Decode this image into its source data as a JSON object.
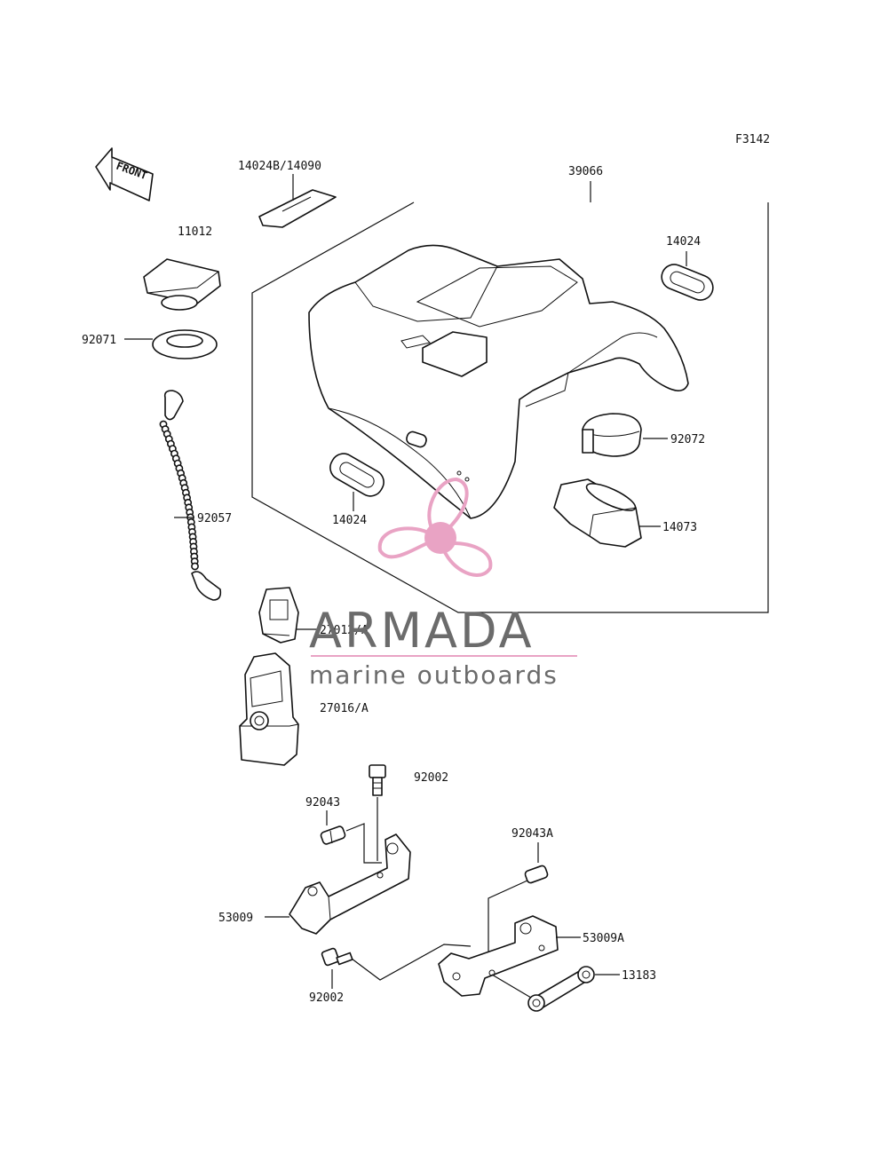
{
  "figure_code": "F3142",
  "front_arrow_text": "FRONT",
  "labels": {
    "p14024b": "14024B/14090",
    "p39066": "39066",
    "p11012": "11012",
    "p14024_top": "14024",
    "p92071": "92071",
    "p92072": "92072",
    "p92057": "92057",
    "p14024_low": "14024",
    "p14073": "14073",
    "p27012": "27012/A",
    "p27016": "27016/A",
    "p92002_top": "92002",
    "p92043": "92043",
    "p92043a": "92043A",
    "p53009": "53009",
    "p53009a": "53009A",
    "p13183": "13183",
    "p92002_bot": "92002"
  },
  "watermark": {
    "brand": "ARMADA",
    "tagline": "marine outboards",
    "accent_color": "#e9a3c4",
    "text_color": "#6b6b6b"
  }
}
